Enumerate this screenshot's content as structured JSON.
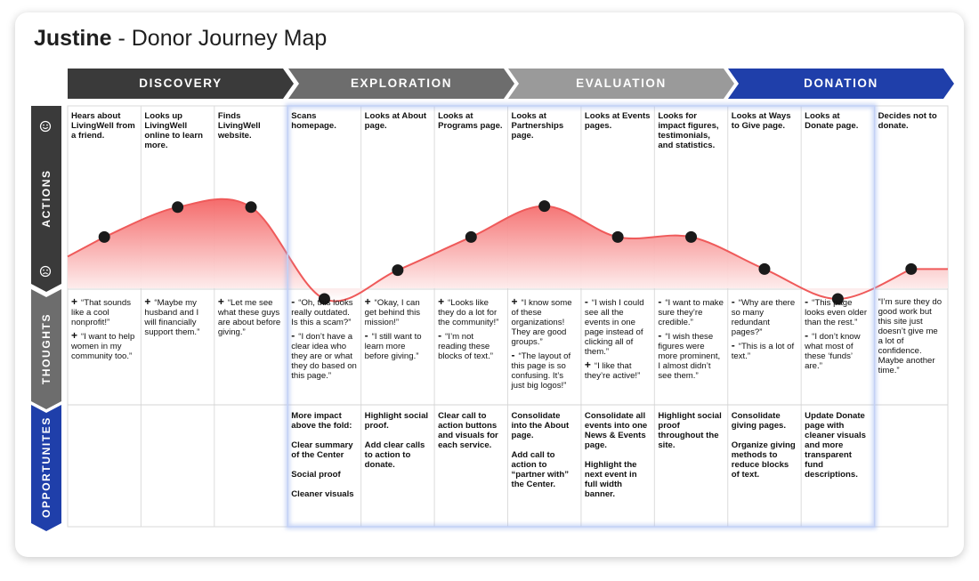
{
  "title": {
    "name": "Justine",
    "rest": " - Donor Journey Map"
  },
  "stages": [
    {
      "label": "DISCOVERY",
      "color": "#3a3a3a"
    },
    {
      "label": "EXPLORATION",
      "color": "#6d6d6d"
    },
    {
      "label": "EVALUATION",
      "color": "#9a9a9a"
    },
    {
      "label": "DONATION",
      "color": "#1f3faa"
    }
  ],
  "rows": {
    "actions": {
      "label": "ACTIONS",
      "color": "#3a3a3a"
    },
    "thoughts": {
      "label": "THOUGHTS",
      "color": "#6d6d6d"
    },
    "opportunities": {
      "label": "OPPORTUNITES",
      "color": "#1f3faa"
    }
  },
  "emotion_icons": {
    "top": "smiley-face-icon",
    "bottom": "frowning-face-icon"
  },
  "columns": [
    {
      "action": "Hears about LivingWell from a friend.",
      "thoughts": [
        {
          "sign": "+",
          "text": "“That sounds like a cool nonprofit!”"
        },
        {
          "sign": "+",
          "text": "“I want to help women in my community too.”"
        }
      ],
      "opportunities": []
    },
    {
      "action": "Looks up LivingWell online to learn more.",
      "thoughts": [
        {
          "sign": "+",
          "text": "“Maybe my husband and I will financially support them.”"
        }
      ],
      "opportunities": []
    },
    {
      "action": "Finds LivingWell website.",
      "thoughts": [
        {
          "sign": "+",
          "text": "“Let me see what these guys are about before giving.”"
        }
      ],
      "opportunities": []
    },
    {
      "action": "Scans homepage.",
      "thoughts": [
        {
          "sign": "-",
          "text": "“Oh, this looks really outdated. Is this a scam?”"
        },
        {
          "sign": "-",
          "text": "“I don’t have a clear idea who they are or what they do based on this page.”"
        }
      ],
      "opportunities": [
        "More impact above the fold:",
        "Clear summary of the Center",
        "Social proof",
        "Cleaner visuals"
      ]
    },
    {
      "action": "Looks at About page.",
      "thoughts": [
        {
          "sign": "+",
          "text": "“Okay, I can get behind this mission!”"
        },
        {
          "sign": "-",
          "text": "“I still want to learn more before giving.”"
        }
      ],
      "opportunities": [
        "Highlight social proof.",
        "Add clear calls to action to donate."
      ]
    },
    {
      "action": "Looks at Programs page.",
      "thoughts": [
        {
          "sign": "+",
          "text": "“Looks like they do a lot for the community!”"
        },
        {
          "sign": "-",
          "text": "“I’m not reading these blocks of text.”"
        }
      ],
      "opportunities": [
        "Clear call to action buttons and visuals for each service."
      ]
    },
    {
      "action": "Looks at Partnerships page.",
      "thoughts": [
        {
          "sign": "+",
          "text": "“I know some of these organizations! They are good groups.”"
        },
        {
          "sign": "-",
          "text": "“The layout of this page is so confusing. It’s just big logos!”"
        }
      ],
      "opportunities": [
        "Consolidate into the About page.",
        "Add call to action to “partner with” the Center."
      ]
    },
    {
      "action": "Looks at Events pages.",
      "thoughts": [
        {
          "sign": "-",
          "text": "“I wish I could see all the events in one page instead of clicking all of them.”"
        },
        {
          "sign": "+",
          "text": "“I like that they’re active!”"
        }
      ],
      "opportunities": [
        "Consolidate all events into one News & Events page.",
        "Highlight the next event in full width banner."
      ]
    },
    {
      "action": "Looks for impact figures, testimonials, and statistics.",
      "thoughts": [
        {
          "sign": "-",
          "text": "“I want to make sure they’re credible.”"
        },
        {
          "sign": "-",
          "text": "“I wish these figures were more prominent, I almost didn’t see them.”"
        }
      ],
      "opportunities": [
        "Highlight social proof throughout the site."
      ]
    },
    {
      "action": "Looks at Ways to Give page.",
      "thoughts": [
        {
          "sign": "-",
          "text": "“Why are there so many redundant pages?”"
        },
        {
          "sign": "-",
          "text": "“This is a lot of text.”"
        }
      ],
      "opportunities": [
        "Consolidate giving pages.",
        "Organize giving methods to reduce blocks of text."
      ]
    },
    {
      "action": "Looks at Donate page.",
      "thoughts": [
        {
          "sign": "-",
          "text": "“This page looks even older than the rest.”"
        },
        {
          "sign": "-",
          "text": "“I don’t know what most of these ‘funds’ are.”"
        }
      ],
      "opportunities": [
        "Update Donate page with cleaner visuals and more transparent fund descriptions."
      ]
    },
    {
      "action": "Decides not to donate.",
      "thoughts": [
        {
          "sign": "",
          "text": "“I’m sure they do good work but this site just doesn’t give me a lot of confidence. Maybe another time.”"
        }
      ],
      "opportunities": []
    }
  ],
  "chart_data": {
    "type": "line",
    "x": [
      1,
      2,
      3,
      4,
      5,
      6,
      7,
      8,
      9,
      10,
      11,
      12
    ],
    "series": [
      {
        "values": [
          0.58,
          0.86,
          0.86,
          0.0,
          0.27,
          0.58,
          0.87,
          0.58,
          0.58,
          0.28,
          0.0,
          0.28
        ]
      }
    ],
    "ylim": [
      0,
      1
    ],
    "colors": {
      "line": "#ef5a5a",
      "fill_top": "#f46464",
      "fill_bottom": "#ffffff",
      "marker": "#1a1a1a",
      "highlight": "#b9c9f0"
    }
  }
}
